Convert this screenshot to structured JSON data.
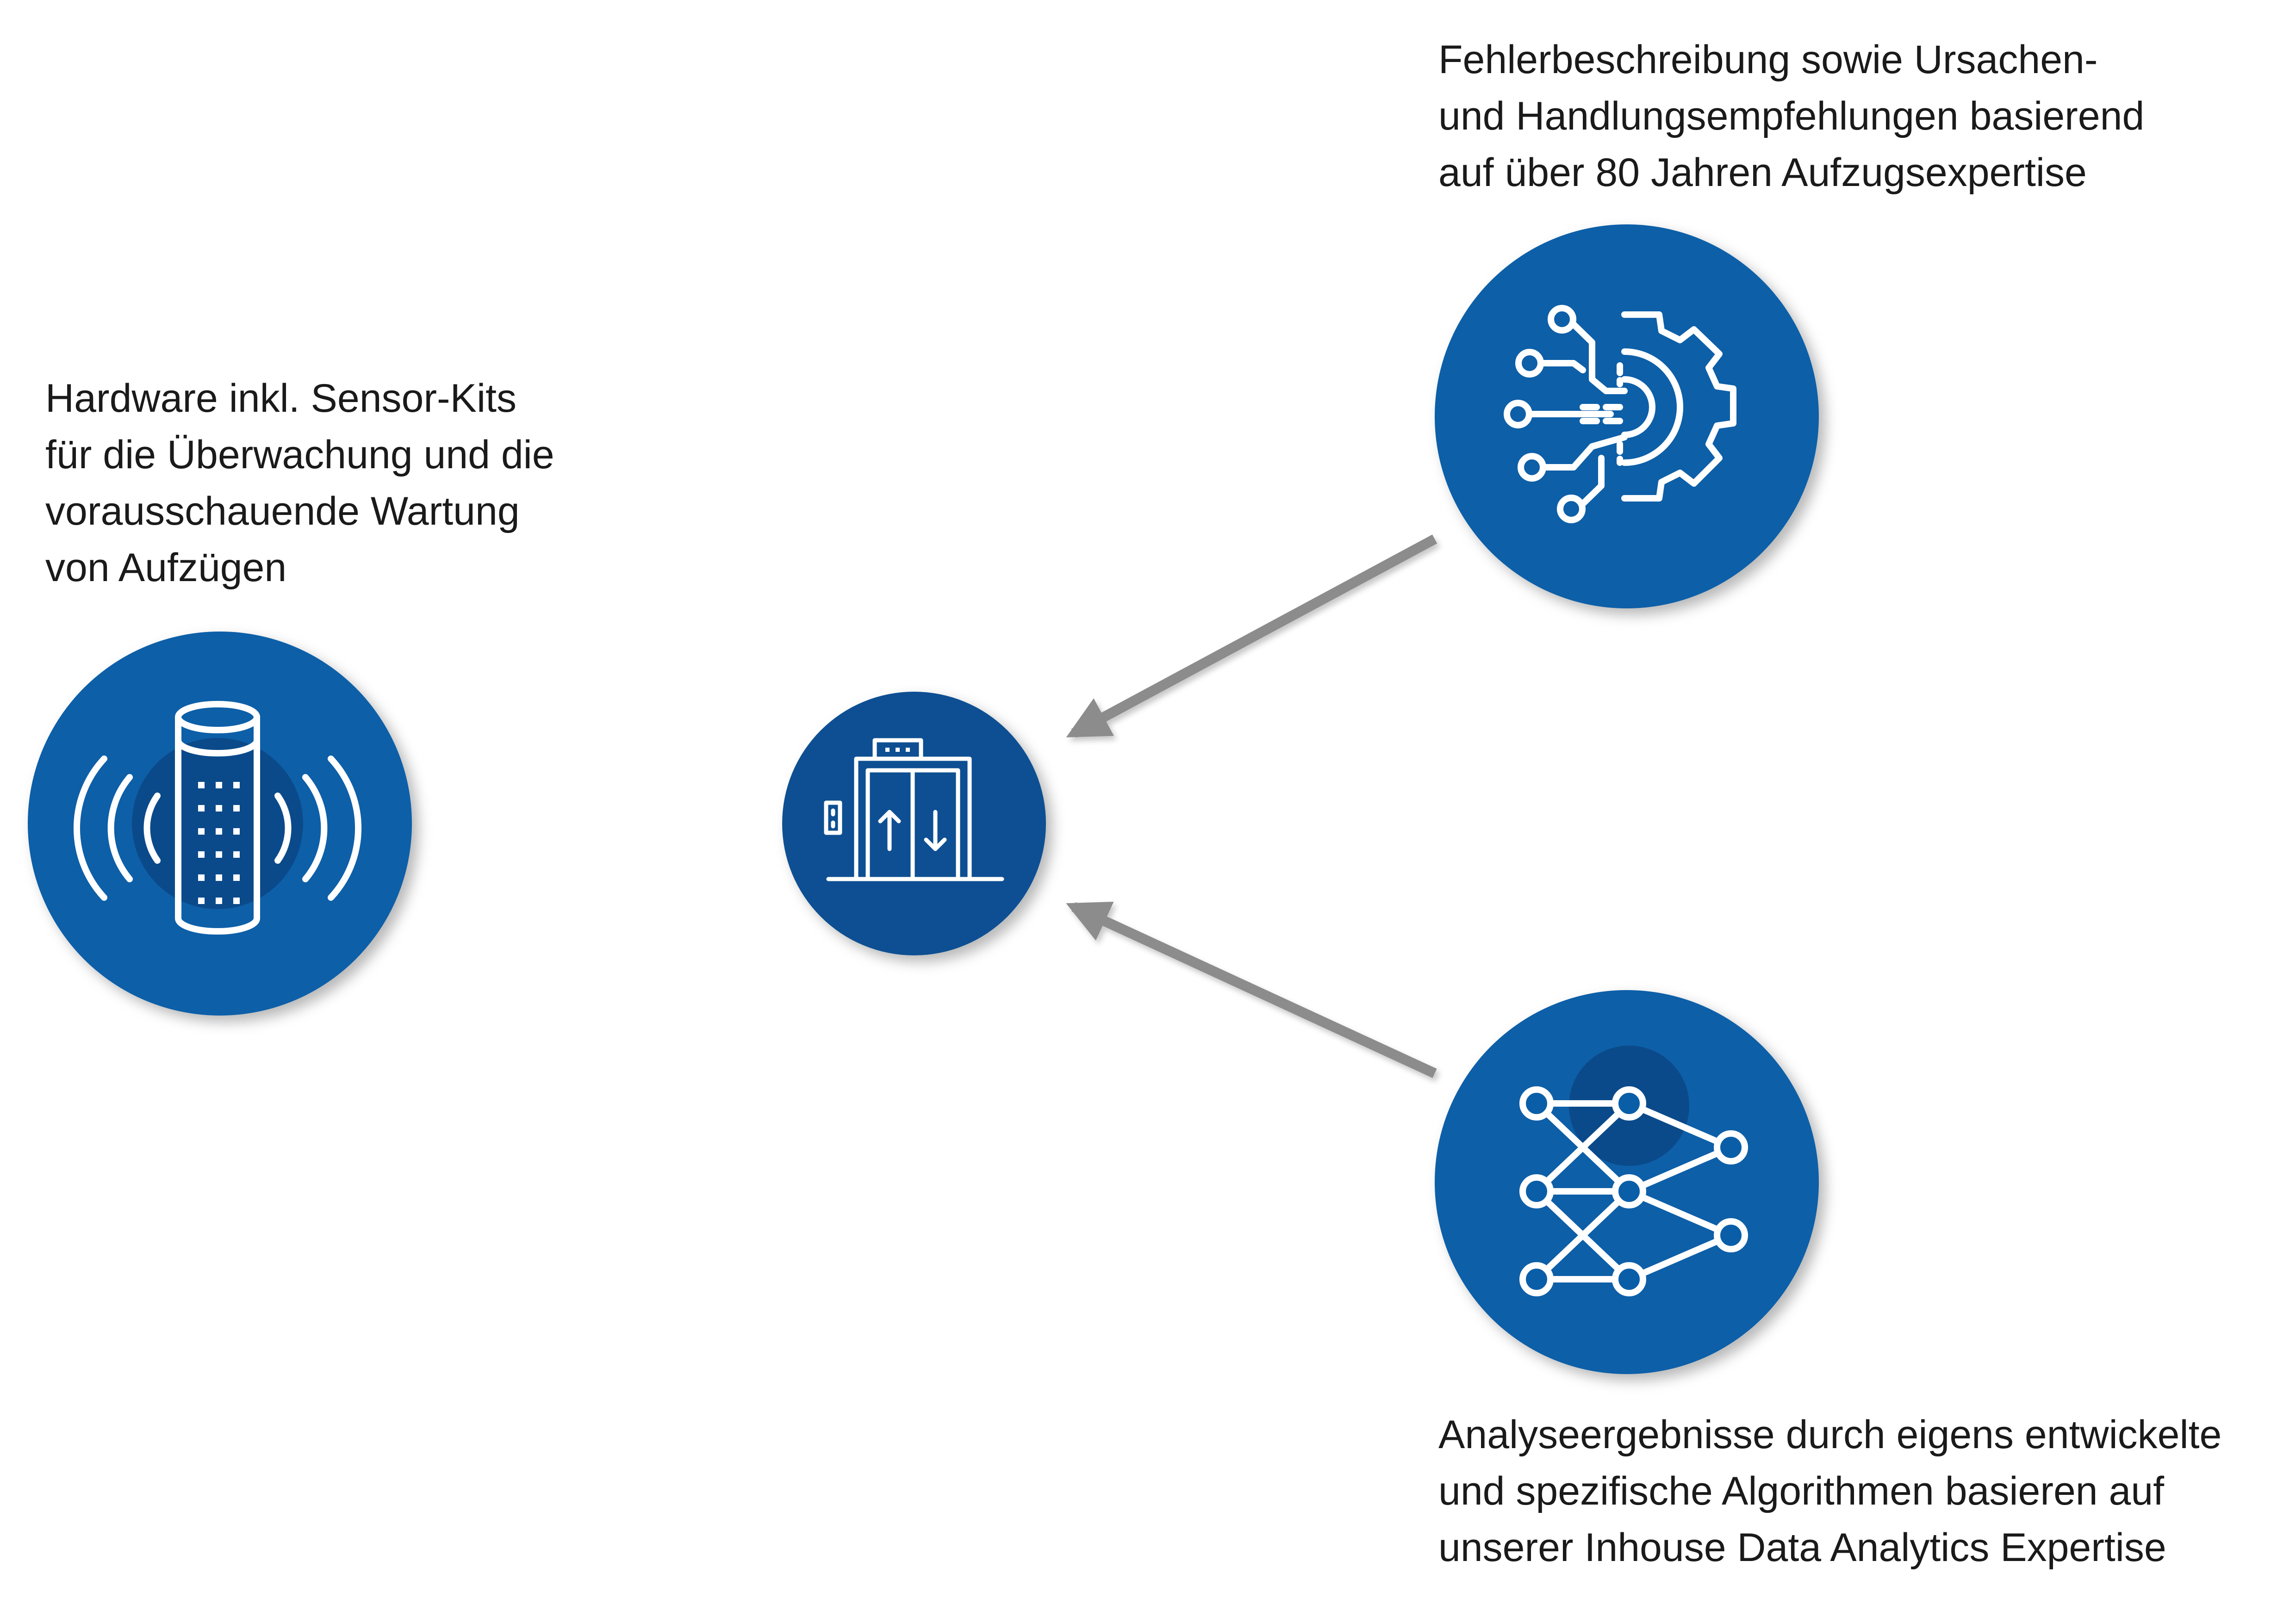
{
  "labels": {
    "hardware": [
      "Hardware inkl. Sensor-Kits",
      "für die Überwachung und die",
      "vorausschauende Wartung",
      "von Aufzügen"
    ],
    "fehler": [
      "Fehlerbeschreibung sowie Ursachen-",
      "und Handlungsempfehlungen basierend",
      "auf über 80 Jahren Aufzugsexpertise"
    ],
    "analyse": [
      "Analyseergebnisse durch eigens entwickelte",
      "und spezifische Algorithmen basieren auf",
      "unserer Inhouse Data Analytics Expertise"
    ]
  },
  "colors": {
    "circle_blue": "#0a5ea8",
    "circle_dark": "#0b4a8a",
    "center_blue": "#0d4f92",
    "icon_stroke": "#ffffff",
    "arrow": "#8c8c8c",
    "text": "#1a1a1a"
  },
  "icons": {
    "hardware": "sensor-kit-icon",
    "fehler": "gear-circuit-icon",
    "analyse": "neural-network-icon",
    "center": "elevator-icon"
  }
}
